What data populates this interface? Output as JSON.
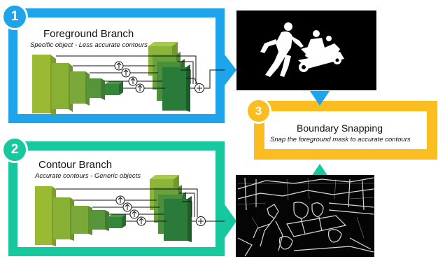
{
  "foreground": {
    "number": "1",
    "title": "Foreground Branch",
    "subtitle": "Specific object - Less accurate contours",
    "color": "#1ea4ea"
  },
  "contour": {
    "number": "2",
    "title": "Contour Branch",
    "subtitle": "Accurate contours - Generic objects",
    "color": "#17c79d"
  },
  "snapping": {
    "number": "3",
    "title": "Boundary Snapping",
    "subtitle": "Snap the foreground mask to accurate contours",
    "color": "#fbbd20"
  },
  "colors": {
    "layer_light": "#9aba33",
    "layer_mid": "#6aa23a",
    "layer_dark": "#2a7a39"
  },
  "icons": {
    "upsample": "up-arrow-circle-icon",
    "sum": "plus-circle-icon"
  }
}
